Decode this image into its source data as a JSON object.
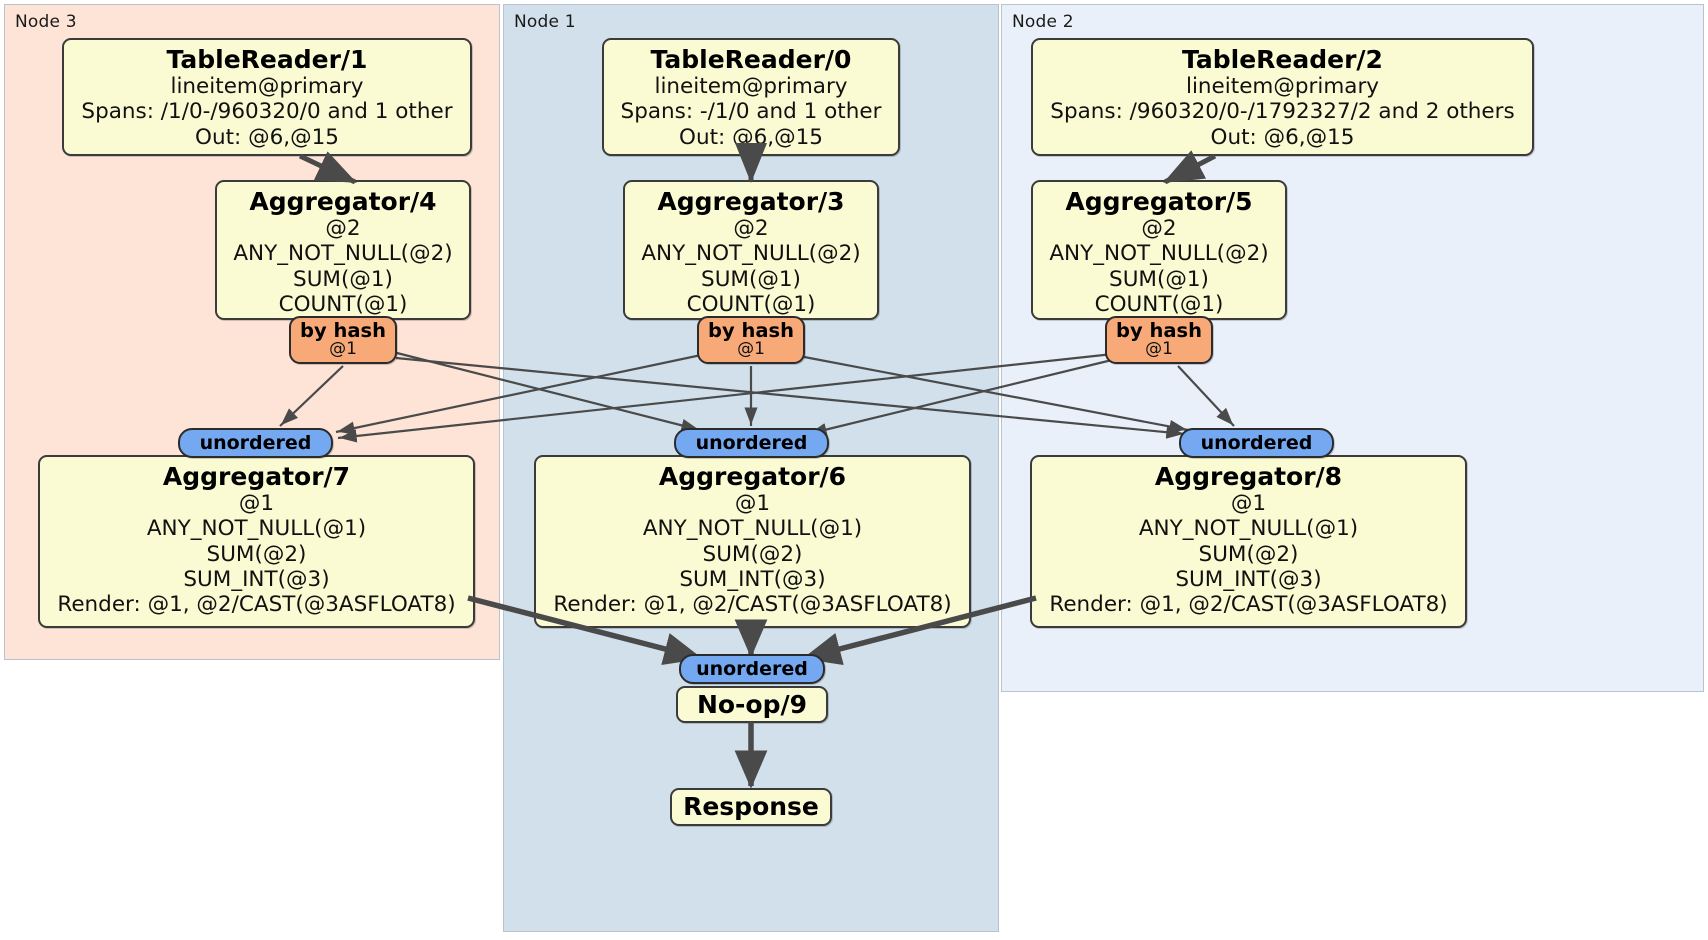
{
  "diagram": {
    "title": "Distributed SQL query plan",
    "colors": {
      "node3_panel": "#fde4d6",
      "node1_panel": "#d1e0ea",
      "node2_panel": "#eaf0fa",
      "box_fill": "#fbfbd3",
      "hash_badge": "#f7aa78",
      "unordered_badge": "#74a8f0",
      "edge": "#4a4a4a"
    },
    "nodes": [
      {
        "id": "node3",
        "label": "Node 3"
      },
      {
        "id": "node1",
        "label": "Node 1"
      },
      {
        "id": "node2",
        "label": "Node 2"
      }
    ],
    "boxes": {
      "tablereader1": {
        "title": "TableReader/1",
        "lines": [
          "lineitem@primary",
          "Spans: /1/0-/960320/0 and 1 other",
          "Out: @6,@15"
        ]
      },
      "tablereader0": {
        "title": "TableReader/0",
        "lines": [
          "lineitem@primary",
          "Spans: -/1/0 and 1 other",
          "Out: @6,@15"
        ]
      },
      "tablereader2": {
        "title": "TableReader/2",
        "lines": [
          "lineitem@primary",
          "Spans: /960320/0-/1792327/2 and 2 others",
          "Out: @6,@15"
        ]
      },
      "aggregator4": {
        "title": "Aggregator/4",
        "lines": [
          "@2",
          "ANY_NOT_NULL(@2)",
          "SUM(@1)",
          "COUNT(@1)"
        ]
      },
      "aggregator3": {
        "title": "Aggregator/3",
        "lines": [
          "@2",
          "ANY_NOT_NULL(@2)",
          "SUM(@1)",
          "COUNT(@1)"
        ]
      },
      "aggregator5": {
        "title": "Aggregator/5",
        "lines": [
          "@2",
          "ANY_NOT_NULL(@2)",
          "SUM(@1)",
          "COUNT(@1)"
        ]
      },
      "aggregator7": {
        "title": "Aggregator/7",
        "lines": [
          "@1",
          "ANY_NOT_NULL(@1)",
          "SUM(@2)",
          "SUM_INT(@3)",
          "Render: @1, @2/CAST(@3ASFLOAT8)"
        ]
      },
      "aggregator6": {
        "title": "Aggregator/6",
        "lines": [
          "@1",
          "ANY_NOT_NULL(@1)",
          "SUM(@2)",
          "SUM_INT(@3)",
          "Render: @1, @2/CAST(@3ASFLOAT8)"
        ]
      },
      "aggregator8": {
        "title": "Aggregator/8",
        "lines": [
          "@1",
          "ANY_NOT_NULL(@1)",
          "SUM(@2)",
          "SUM_INT(@3)",
          "Render: @1, @2/CAST(@3ASFLOAT8)"
        ]
      },
      "noop9": {
        "title": "No-op/9",
        "lines": []
      },
      "response": {
        "title": "Response",
        "lines": []
      }
    },
    "badges": {
      "hash_left": {
        "label": "by hash",
        "sub": "@1"
      },
      "hash_mid": {
        "label": "by hash",
        "sub": "@1"
      },
      "hash_right": {
        "label": "by hash",
        "sub": "@1"
      },
      "unordered_left": {
        "label": "unordered"
      },
      "unordered_mid": {
        "label": "unordered"
      },
      "unordered_right": {
        "label": "unordered"
      },
      "unordered_final": {
        "label": "unordered"
      }
    }
  }
}
